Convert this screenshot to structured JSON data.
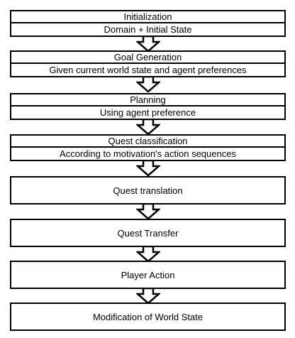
{
  "steps": [
    {
      "title": "Initialization",
      "subtitle": "Domain + Initial State"
    },
    {
      "title": "Goal Generation",
      "subtitle": "Given current world state and agent preferences"
    },
    {
      "title": "Planning",
      "subtitle": "Using agent preference"
    },
    {
      "title": "Quest classification",
      "subtitle": "According to motivation's action sequences"
    },
    {
      "title": "Quest translation"
    },
    {
      "title": "Quest Transfer"
    },
    {
      "title": "Player Action"
    },
    {
      "title": "Modification of World State"
    }
  ]
}
